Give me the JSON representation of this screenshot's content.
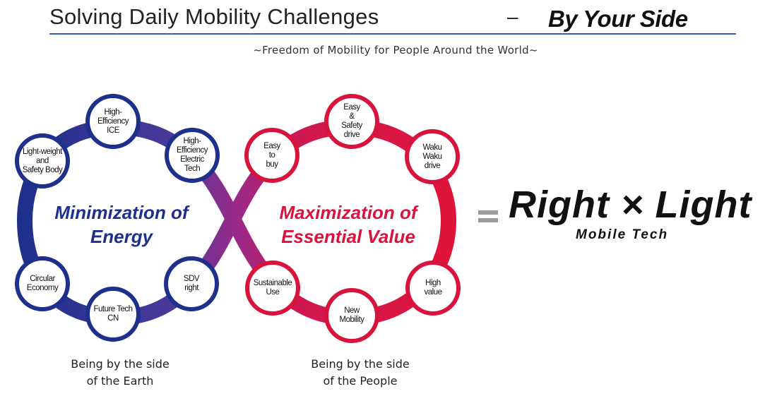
{
  "header": {
    "title": "Solving Daily Mobility Challenges",
    "dash": "–",
    "tagline": "By Your Side",
    "subtitle": "~Freedom of Mobility for People Around the World~"
  },
  "left_loop": {
    "heading": "Minimization of\nEnergy",
    "caption": "Being by the side\nof the Earth",
    "color": "#1e2f8c",
    "nodes": [
      "Light-weight\nand\nSafety Body",
      "High-\nEfficiency\nICE",
      "High-\nEfficiency\nElectric\nTech",
      "Circular\nEconomy",
      "Future Tech\nCN",
      "SDV\nright"
    ]
  },
  "right_loop": {
    "heading": "Maximization of\nEssential Value",
    "caption": "Being by the side\nof the People",
    "color": "#d8143c",
    "nodes": [
      "Easy\nto\nbuy",
      "Easy\n&\nSafety\ndrive",
      "Waku\nWaku\ndrive",
      "Sustainable\nUse",
      "New\nMobility",
      "High\nvalue"
    ]
  },
  "brand": {
    "name": "Right × Light",
    "sub": "Mobile Tech"
  }
}
